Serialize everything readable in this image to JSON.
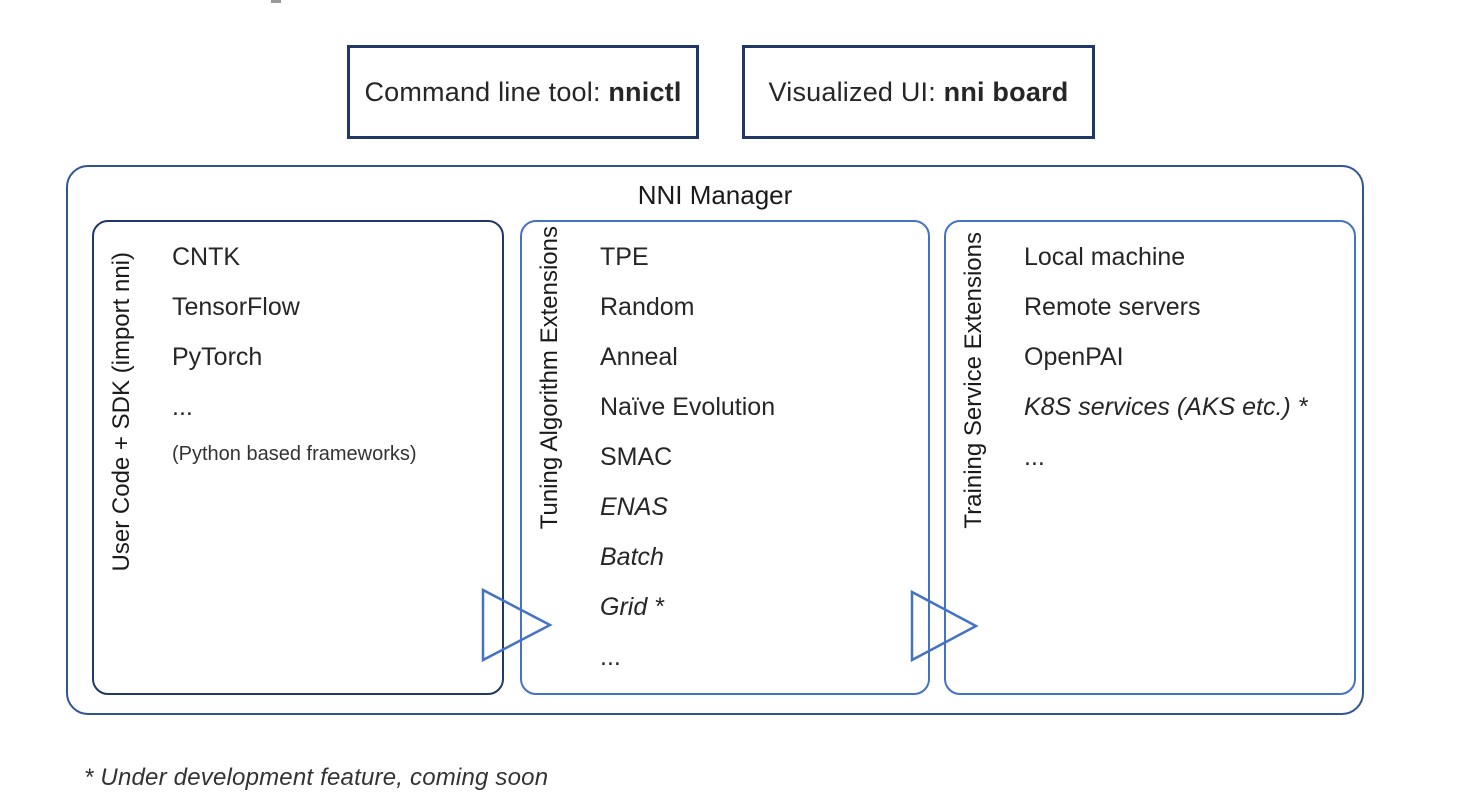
{
  "colors": {
    "dark_navy": "#1F3864",
    "outer_border_blue": "#2F5597",
    "accent_blue": "#4472C4",
    "text": "#262626"
  },
  "top_boxes": [
    {
      "prefix": "Command line tool: ",
      "bold": "nnictl"
    },
    {
      "prefix": "Visualized UI: ",
      "bold": "nni board"
    }
  ],
  "manager_title": "NNI Manager",
  "panels": [
    {
      "side_label": "User Code + SDK (import nni)",
      "items": [
        "CNTK",
        "TensorFlow",
        "PyTorch",
        "...",
        "(Python based frameworks)"
      ]
    },
    {
      "side_label": "Tuning Algorithm Extensions",
      "items": [
        "TPE",
        "Random",
        "Anneal",
        "Naïve Evolution",
        "SMAC",
        "ENAS",
        "Batch",
        "Grid *",
        "..."
      ]
    },
    {
      "side_label": "Training Service Extensions",
      "items": [
        "Local machine",
        "Remote servers",
        "OpenPAI",
        "K8S services (AKS etc.) *",
        "..."
      ]
    }
  ],
  "footnote": "* Under development feature, coming soon"
}
